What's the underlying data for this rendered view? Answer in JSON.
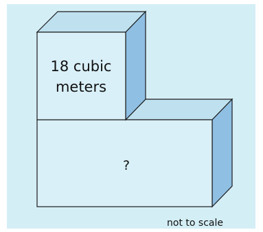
{
  "diagram": {
    "top_block_label_line1": "18 cubic",
    "top_block_label_line2": "meters",
    "bottom_block_label": "?",
    "scale_note": "not to scale"
  },
  "colors": {
    "background": "#d4eef6",
    "front_face": "#d9f0f8",
    "top_face": "#bfe1ef",
    "side_face": "#8fbfe3",
    "edge": "#1a1a1a"
  }
}
